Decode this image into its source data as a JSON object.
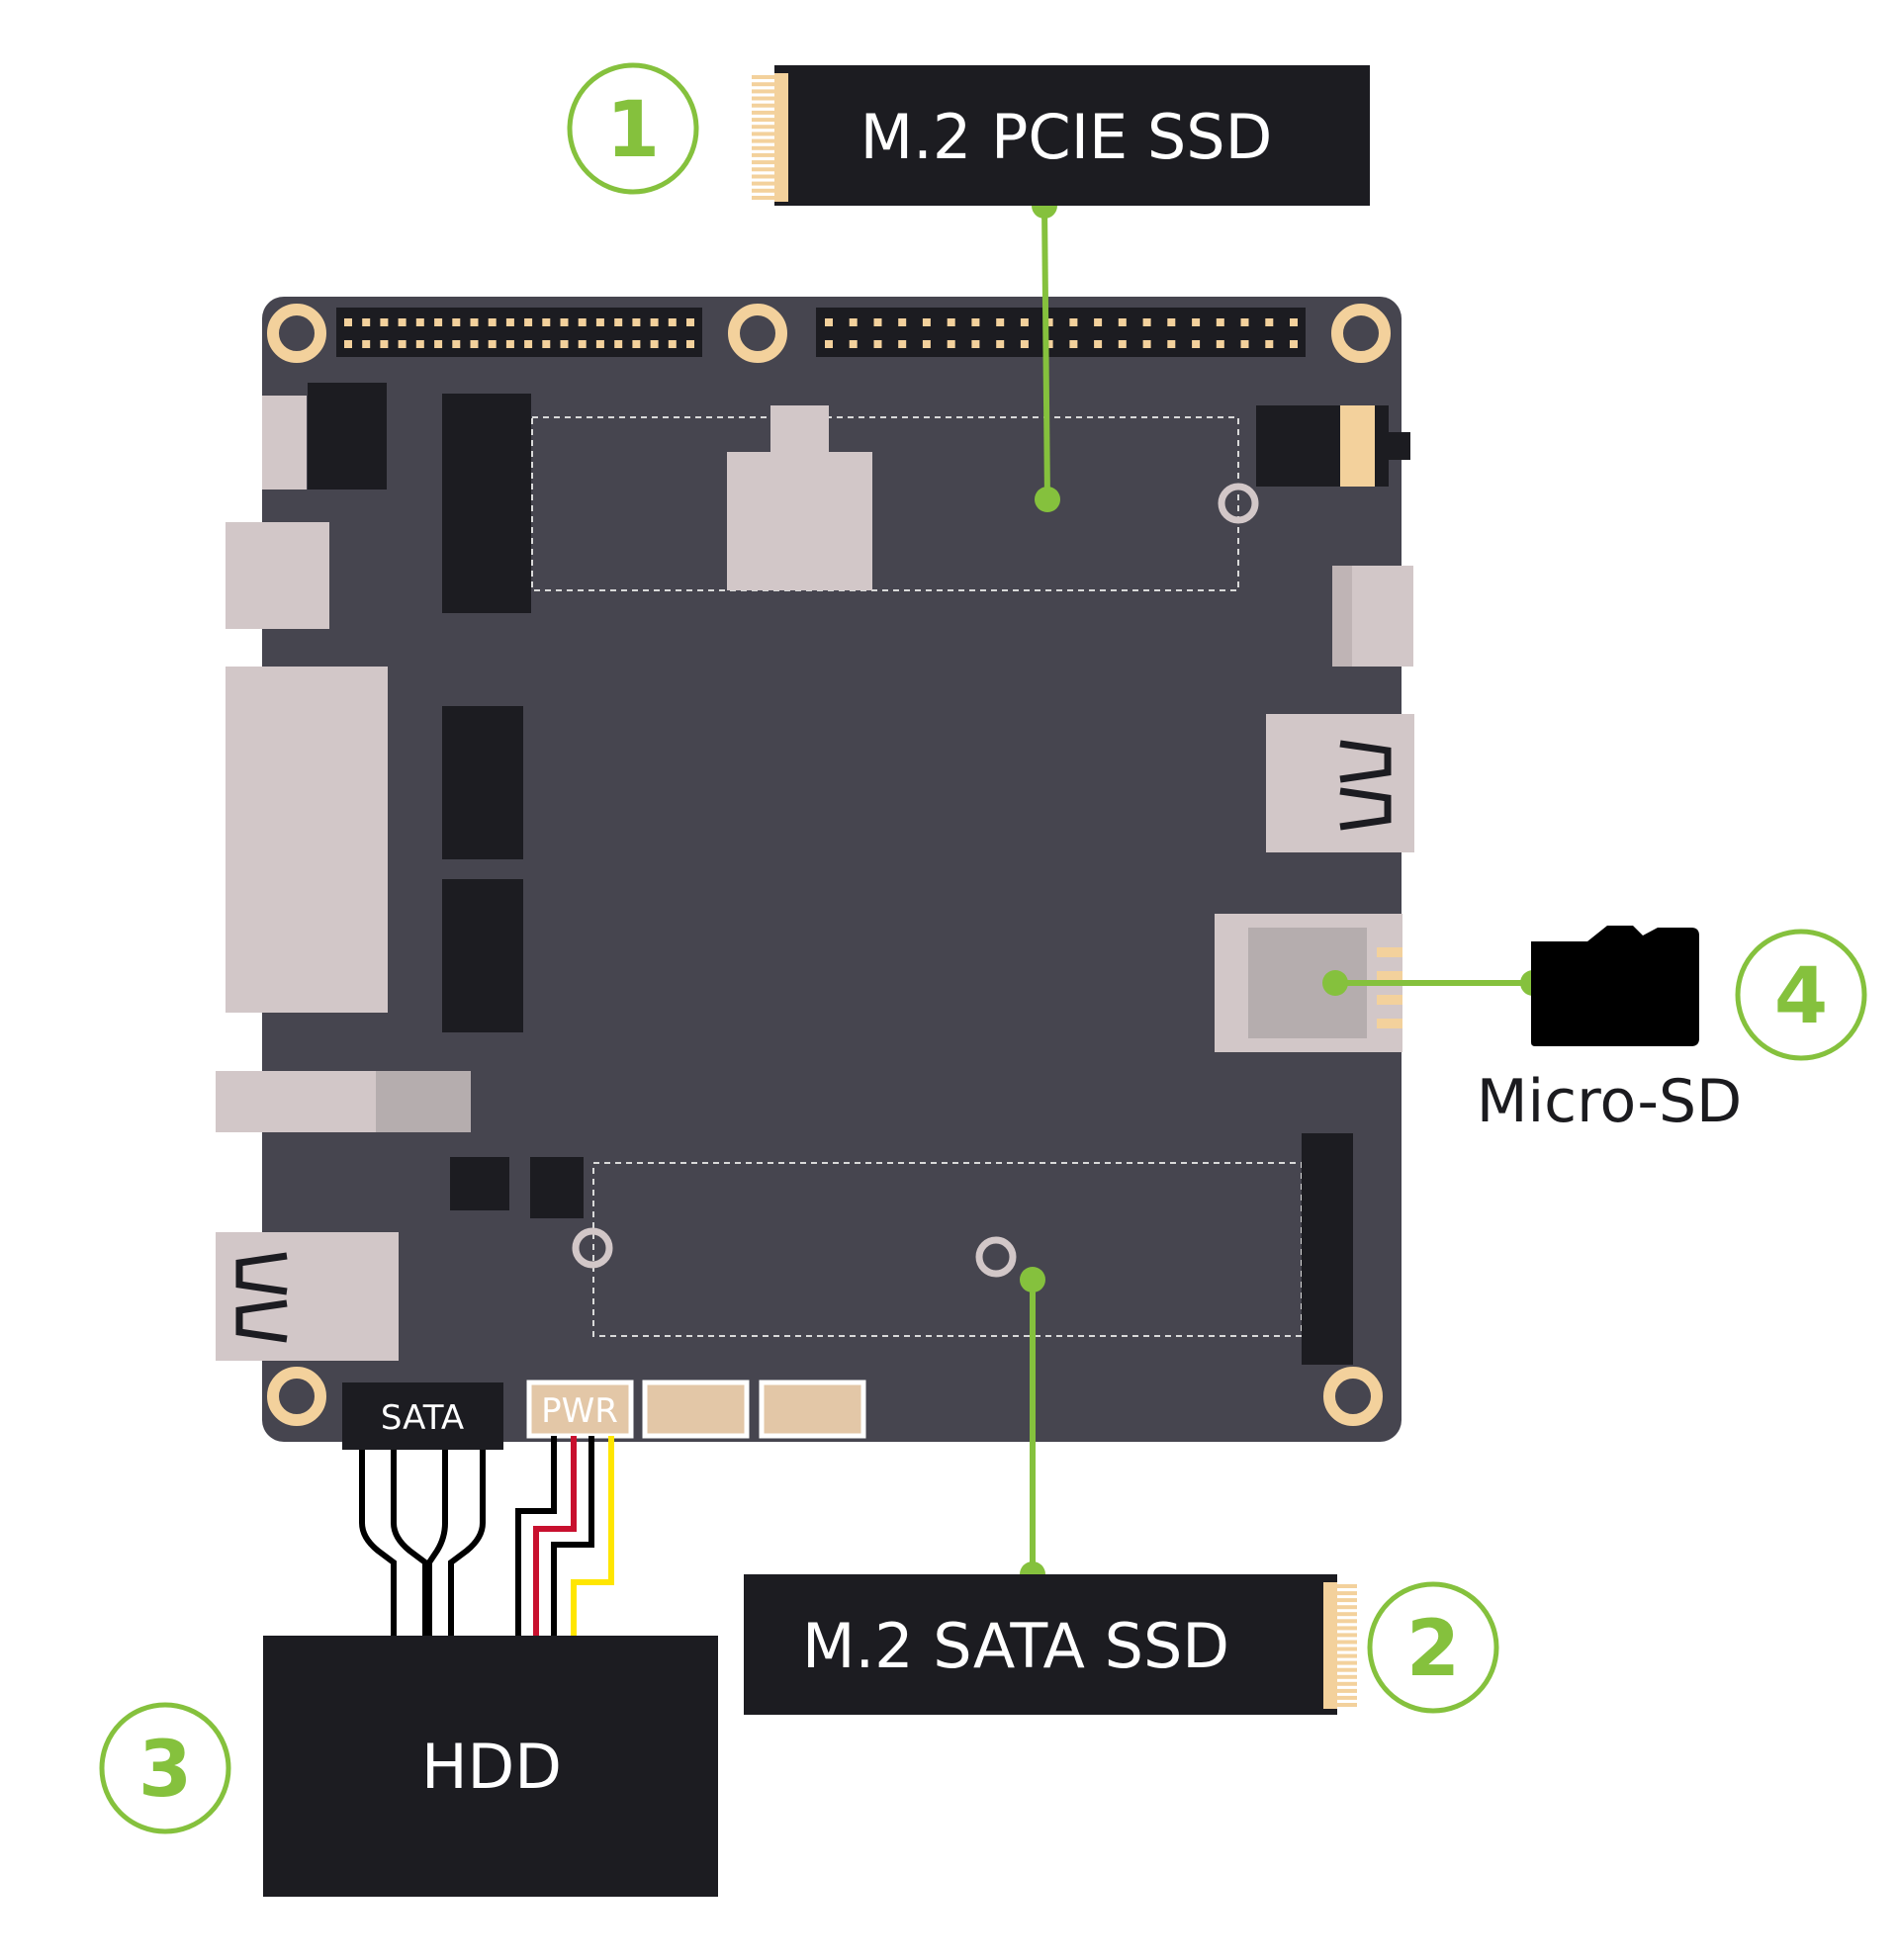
{
  "colors": {
    "board": "#46454f",
    "dark": "#1c1c21",
    "accent": "#85c13d",
    "gold": "#f3d19c",
    "light_part": "#d2c7c8",
    "header_fill": "#e3c7a7"
  },
  "labels": {
    "pcie": {
      "number": "1",
      "text": "M.2 PCIE SSD"
    },
    "sata": {
      "number": "2",
      "text": "M.2 SATA SSD"
    },
    "hdd": {
      "number": "3",
      "text": "HDD"
    },
    "sd": {
      "number": "4",
      "text": "Micro-SD"
    }
  },
  "headers": {
    "sata": "SATA",
    "pwr": "PWR"
  },
  "icons": {
    "sd_card": "micro-sd-card-icon",
    "usb": "usb-port-icon",
    "mount_hole": "mounting-hole-icon"
  },
  "cables": {
    "sata_wire_color": "#000000",
    "power_wire_colors": [
      "#000000",
      "#c8102e",
      "#000000",
      "#ffe600"
    ]
  }
}
